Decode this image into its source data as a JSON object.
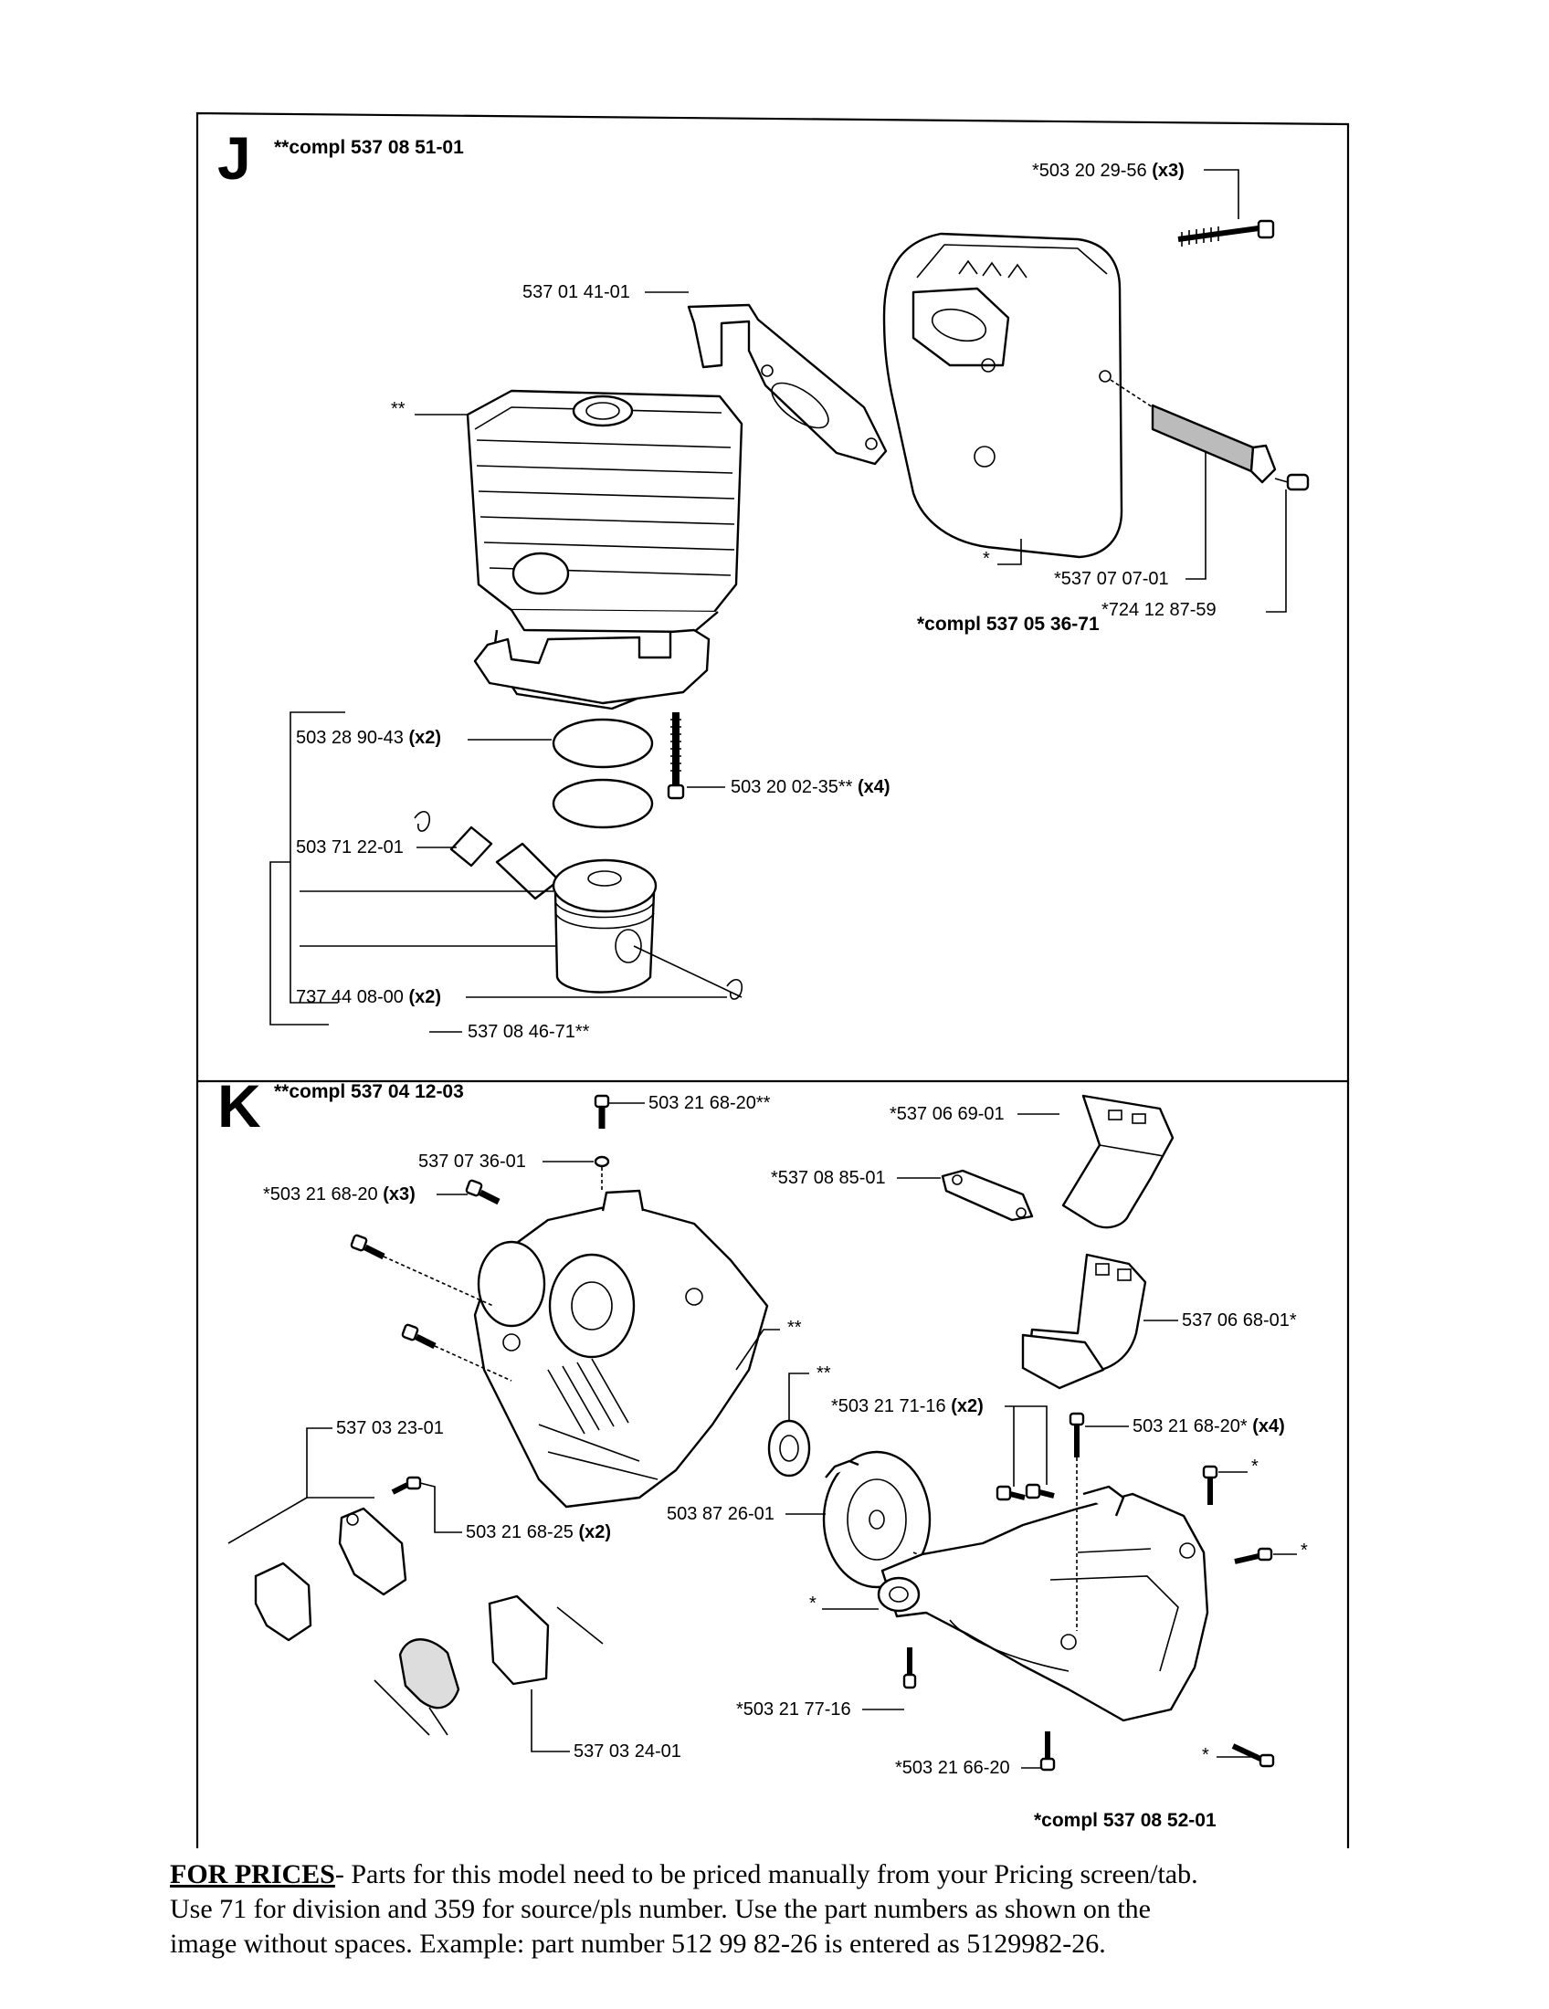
{
  "section_j": {
    "letter": "J",
    "assembly": "**compl 537 08 51-01",
    "labels": {
      "screw_long": "*503 20 29-56 ",
      "screw_long_qty": "(x3)",
      "bracket": "537 01 41-01",
      "cylinder": "**",
      "muffler": "*",
      "screen": "*537 07 07-01",
      "screen_screw": "*724 12 87-59",
      "muffler_compl": "*compl 537 05 36-71",
      "rings": "503 28 90-43 ",
      "rings_qty": "(x2)",
      "cyl_bolt": "503 20 02-35** ",
      "cyl_bolt_qty": "(x4)",
      "bearing": "503 71 22-01",
      "circlip": "737 44 08-00 ",
      "circlip_qty": "(x2)",
      "piston_kit": "537 08 46-71**"
    }
  },
  "section_k": {
    "letter": "K",
    "assembly": "**compl 537 04 12-03",
    "labels": {
      "screw_top": "503 21 68-20**",
      "washer": "537 07 36-01",
      "screw_x3": "*503 21 68-20 ",
      "screw_x3_qty": "(x3)",
      "cover_top": "*537 06 69-01",
      "gasket": "*537 08 85-01",
      "cover_mid": "537 06 68-01*",
      "crank_half": "**",
      "seal": "**",
      "screw_x2": "*503 21 71-16 ",
      "screw_x2_qty": "(x2)",
      "screw_x4": "503 21 68-20* ",
      "screw_x4_qty": "(x4)",
      "holder": "537 03 23-01",
      "holder_screw": "503 21 68-25 ",
      "holder_screw_qty": "(x2)",
      "clutch_drum": "503 87 26-01",
      "star_a": "*",
      "star_b": "*",
      "star_c": "*",
      "star_d": "*",
      "shells": "537 03 24-01",
      "screw_77": "*503 21 77-16",
      "screw_66": "*503 21 66-20",
      "housing_compl": "*compl 537 08 52-01"
    }
  },
  "footer": {
    "heading": "FOR PRICES",
    "line1": "- Parts for this model need to be priced manually from your Pricing screen/tab.",
    "line2": "Use 71 for division and 359 for source/pls number.   Use the part numbers as shown on the",
    "line3": "image without spaces.  Example: part number 512 99 82-26 is entered as 5129982-26."
  }
}
